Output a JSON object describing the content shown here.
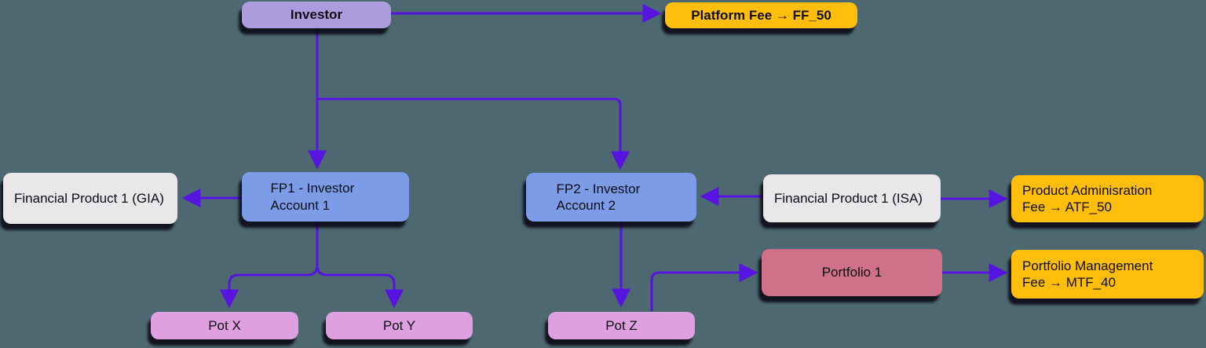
{
  "canvas": {
    "background": "#4d6870",
    "edge_color": "#5713e0",
    "shadow_color": "#0d0a14"
  },
  "nodes": {
    "investor": {
      "label": "Investor",
      "fill": "#ac9cde"
    },
    "platform_fee": {
      "label": "Platform Fee → FF_50",
      "fill": "#ffbe0b"
    },
    "fp_gia": {
      "label": "Financial Product 1 (GIA)",
      "fill": "#e9e7e9"
    },
    "fp1_account": {
      "label": "FP1 - Investor Account 1",
      "fill": "#7d9ce8"
    },
    "fp2_account": {
      "label": "FP2 - Investor Account 2",
      "fill": "#7d9ce8"
    },
    "fp_isa": {
      "label": "Financial Product 1 (ISA)",
      "fill": "#e9e7e9"
    },
    "product_admin_fee": {
      "label": "Product Adminisration Fee → ATF_50",
      "fill": "#ffbe0b"
    },
    "portfolio_1": {
      "label": "Portfolio 1",
      "fill": "#cf7289"
    },
    "portfolio_mgmt_fee": {
      "label": "Portfolio Management Fee → MTF_40",
      "fill": "#ffbe0b"
    },
    "pot_x": {
      "label": "Pot X",
      "fill": "#dfa0df"
    },
    "pot_y": {
      "label": "Pot Y",
      "fill": "#dfa0df"
    },
    "pot_z": {
      "label": "Pot Z",
      "fill": "#dfa0df"
    }
  },
  "edges": [
    {
      "from": "investor",
      "to": "platform_fee"
    },
    {
      "from": "investor",
      "to": "fp1_account"
    },
    {
      "from": "investor",
      "to": "fp2_account"
    },
    {
      "from": "fp1_account",
      "to": "fp_gia"
    },
    {
      "from": "fp1_account",
      "to": "pot_x"
    },
    {
      "from": "fp1_account",
      "to": "pot_y"
    },
    {
      "from": "fp2_account",
      "to": "pot_z"
    },
    {
      "from": "fp_isa",
      "to": "fp2_account"
    },
    {
      "from": "fp_isa",
      "to": "product_admin_fee"
    },
    {
      "from": "pot_z",
      "to": "portfolio_1"
    },
    {
      "from": "portfolio_1",
      "to": "portfolio_mgmt_fee"
    }
  ]
}
